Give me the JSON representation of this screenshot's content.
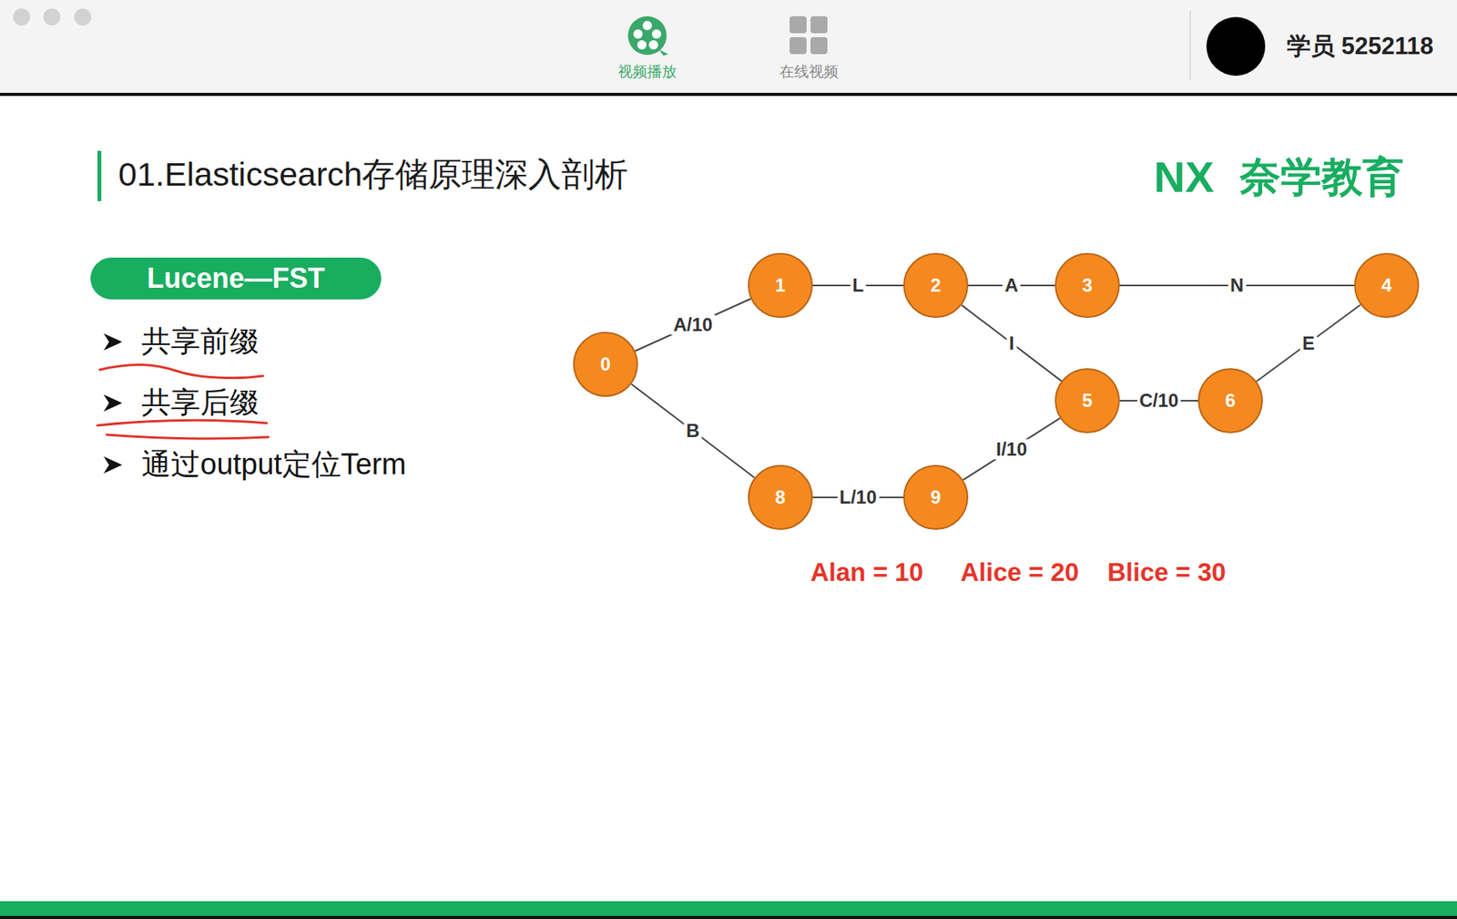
{
  "diagram": {
    "title": "01.Elasticsearch存储原理深入剖析",
    "nodes": [
      {
        "text": [
          "Lucene—FST"
        ]
      },
      {
        "text": [
          "0"
        ]
      },
      {
        "text": [
          "1"
        ]
      },
      {
        "text": [
          "2"
        ]
      },
      {
        "text": [
          "3"
        ]
      },
      {
        "text": [
          "4"
        ]
      },
      {
        "text": [
          "5"
        ]
      },
      {
        "text": [
          "6"
        ]
      },
      {
        "text": [
          "8"
        ]
      },
      {
        "text": [
          "9"
        ]
      }
    ],
    "edges": [
      {
        "from": 1,
        "to": 2,
        "arrow": "none",
        "label": "A/10"
      },
      {
        "from": 2,
        "to": 3,
        "arrow": "none",
        "label": "L"
      },
      {
        "from": 3,
        "to": 4,
        "arrow": "none",
        "label": "A"
      },
      {
        "from": 4,
        "to": 5,
        "arrow": "none",
        "label": "N"
      },
      {
        "from": 3,
        "to": 6,
        "arrow": "none",
        "label": "I"
      },
      {
        "from": 6,
        "to": 7,
        "arrow": "none",
        "label": "C/10"
      },
      {
        "from": 7,
        "to": 5,
        "arrow": "none",
        "label": "E"
      },
      {
        "from": 1,
        "to": 8,
        "arrow": "none",
        "label": "B"
      },
      {
        "from": 8,
        "to": 9,
        "arrow": "none",
        "label": "L/10"
      },
      {
        "from": 9,
        "to": 6,
        "arrow": "none",
        "label": "I/10"
      }
    ],
    "labels": [
      "视频播放",
      "在线视频",
      "学员 5252118",
      "NX",
      "奈学教育",
      "共享前缀",
      "共享后缀",
      "通过output定位Term",
      "Alan = 10",
      "Alice = 20",
      "Blice = 30"
    ]
  }
}
